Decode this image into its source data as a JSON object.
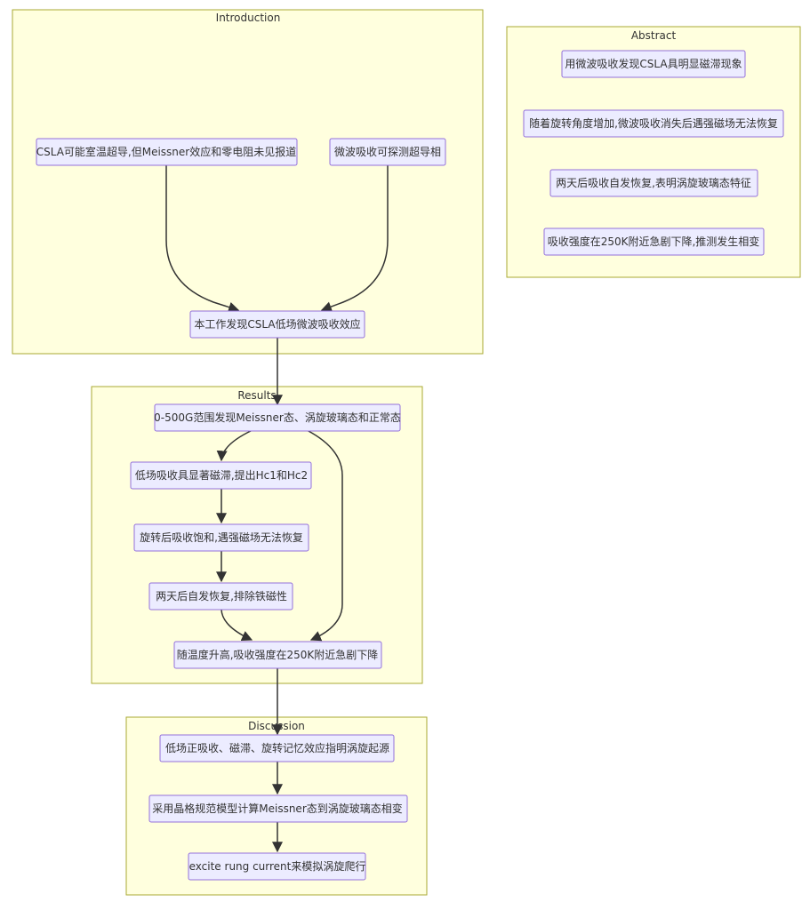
{
  "clusters": {
    "introduction": "Introduction",
    "abstract": "Abstract",
    "results": "Results",
    "discussion": "Discussion"
  },
  "nodes": {
    "intro_csla": "CSLA可能室温超导,但Meissner效应和零电阻未见报道",
    "intro_microwave": "微波吸收可探测超导相",
    "intro_this_work": "本工作发现CSLA低场微波吸收效应",
    "abs_1": "用微波吸收发现CSLA具明显磁滞现象",
    "abs_2": "随着旋转角度增加,微波吸收消失后遇强磁场无法恢复",
    "abs_3": "两天后吸收自发恢复,表明涡旋玻璃态特征",
    "abs_4": "吸收强度在250K附近急剧下降,推测发生相变",
    "res_1": "0-500G范围发现Meissner态、涡旋玻璃态和正常态",
    "res_2": "低场吸收具显著磁滞,提出Hc1和Hc2",
    "res_3": "旋转后吸收饱和,遇强磁场无法恢复",
    "res_4": "两天后自发恢复,排除铁磁性",
    "res_5": "随温度升高,吸收强度在250K附近急剧下降",
    "dis_1": "低场正吸收、磁滞、旋转记忆效应指明涡旋起源",
    "dis_2": "采用晶格规范模型计算Meissner态到涡旋玻璃态相变",
    "dis_3": "excite rung current来模拟涡旋爬行"
  },
  "colors": {
    "cluster_fill": "#ffffde",
    "cluster_stroke": "#aaaa33",
    "node_fill": "#ececff",
    "node_stroke": "#9370db",
    "edge": "#333333"
  }
}
